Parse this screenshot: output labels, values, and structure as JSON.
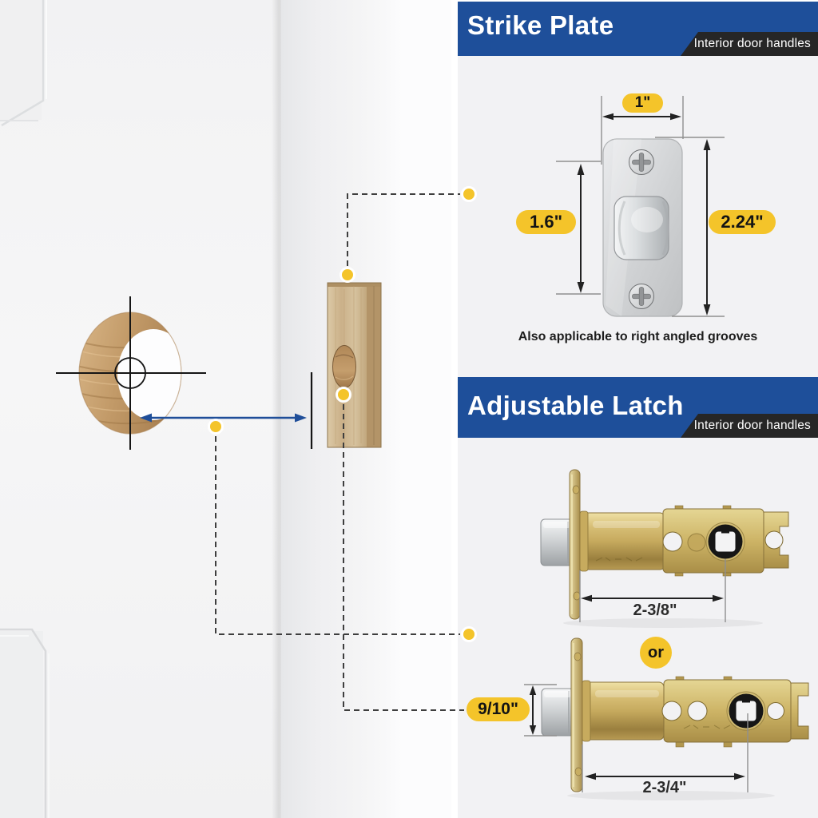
{
  "strike_panel": {
    "title": "Strike Plate",
    "badge": "Interior door handles",
    "dim_width": "1\"",
    "dim_screw_spacing": "1.6\"",
    "dim_height": "2.24\"",
    "note": "Also applicable to right angled grooves"
  },
  "latch_panel": {
    "title": "Adjustable Latch",
    "badge": "Interior door handles",
    "latch1_backset": "2-3/8\"",
    "or_label": "or",
    "bolt_height": "9/10\"",
    "latch2_backset": "2-3/4\""
  },
  "colors": {
    "header_blue": "#1e4f9a",
    "badge_dark": "#262626",
    "panel_gray": "#f2f2f4",
    "accent_yellow": "#f4c42a",
    "arrow_blue": "#1f4e99",
    "dimension_line": "#222222",
    "wood": "#c29a68",
    "brass": "#c5ad62"
  }
}
